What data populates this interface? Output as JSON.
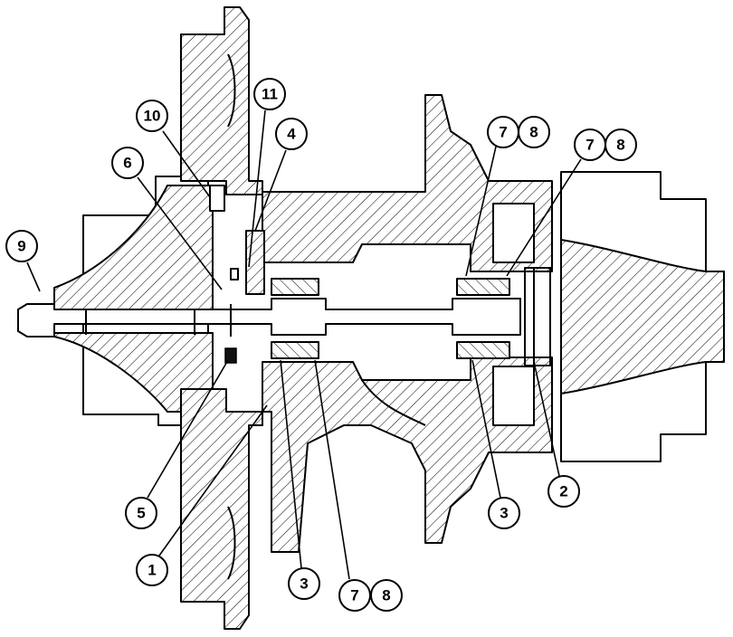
{
  "callouts": {
    "c9": "9",
    "c10": "10",
    "c6": "6",
    "c11": "11",
    "c4": "4",
    "c7a": "7",
    "c8a": "8",
    "c7b": "7",
    "c8b": "8",
    "c5": "5",
    "c1": "1",
    "c3a": "3",
    "c7c": "7",
    "c8c": "8",
    "c3b": "3",
    "c2": "2"
  }
}
